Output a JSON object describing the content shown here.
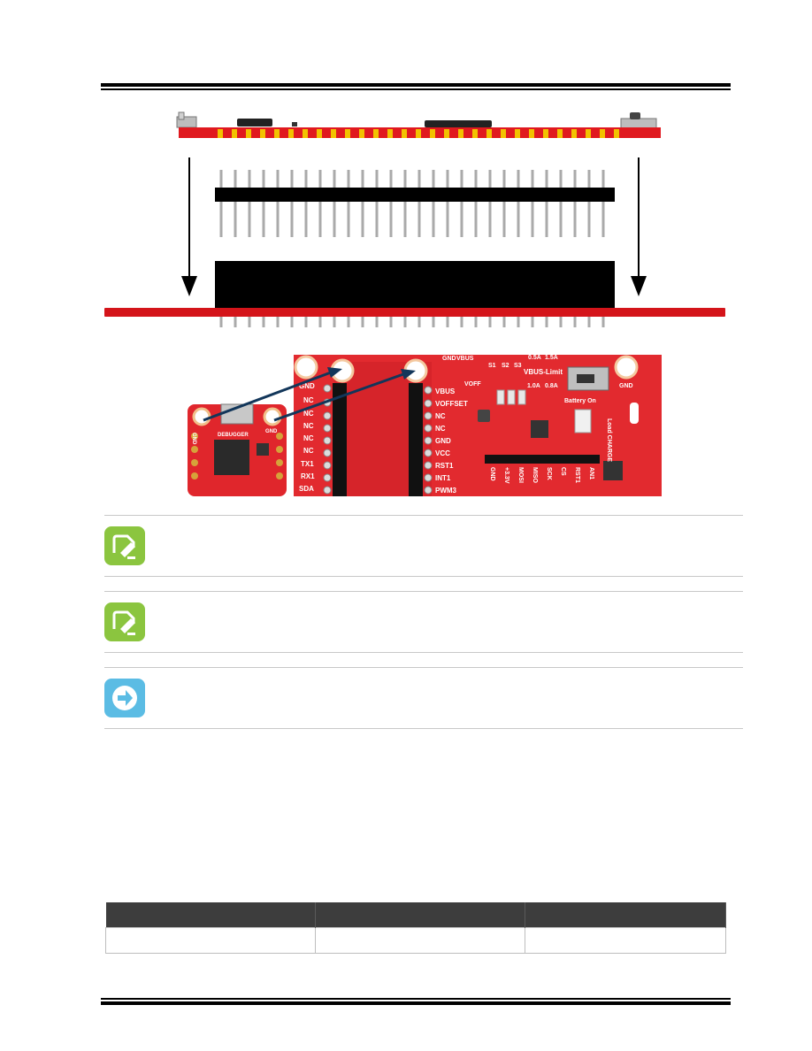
{
  "figure": {
    "left_board": {
      "labels": [
        "GND",
        "GND",
        "DEBUGGER"
      ]
    },
    "right_board": {
      "left_pin_labels": [
        "GND",
        "NC",
        "NC",
        "NC",
        "NC",
        "NC",
        "TX1",
        "RX1",
        "SDA"
      ],
      "right_pin_labels": [
        "VBUS",
        "VOFFSET",
        "NC",
        "NC",
        "GND",
        "VCC",
        "RST1",
        "INT1",
        "PWM3"
      ],
      "top_labels": [
        "GND",
        "VBUS",
        "VOFF",
        "0.5A",
        "1.5A",
        "VBUS-Limit",
        "1.0A",
        "0.8A",
        "Battery On",
        "GND",
        "S1",
        "S2",
        "S3"
      ],
      "header_labels": [
        "GND",
        "+3.3V",
        "MOSI",
        "MISO",
        "SCK",
        "CS",
        "RST1",
        "AN1"
      ],
      "side_label": "Load CHARGE"
    }
  },
  "notes": [
    {
      "icon": "pencil-note-icon",
      "color": "#8bc53f"
    },
    {
      "icon": "pencil-note-icon",
      "color": "#8bc53f"
    },
    {
      "icon": "arrow-right-tip-icon",
      "color": "#5bbce4"
    }
  ],
  "table": {
    "headers": [
      "",
      "",
      ""
    ],
    "rows": [
      [
        "",
        "",
        ""
      ]
    ]
  }
}
